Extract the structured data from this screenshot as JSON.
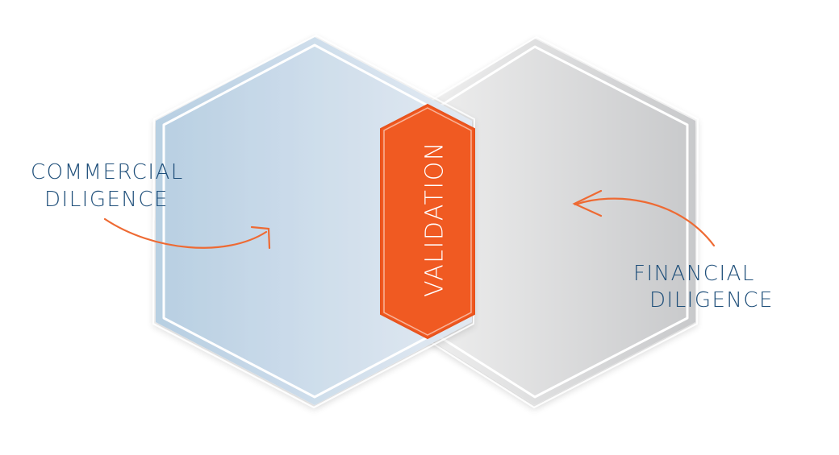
{
  "diagram": {
    "left_label": {
      "line1": "COMMERCIAL",
      "line2": "DILIGENCE"
    },
    "right_label": {
      "line1": "FINANCIAL",
      "line2": "DILIGENCE"
    },
    "center_label": "VALIDATION"
  },
  "colors": {
    "label_text": "#1f4f7a",
    "arrow": "#ee6a33",
    "validation_fill": "#f05a22",
    "validation_text": "#ffffff",
    "left_hex_light": "#dfe8f2",
    "left_hex_dark": "#b4cde2",
    "right_hex_light": "#ebebeb",
    "right_hex_dark": "#c9cacb",
    "outline": "#ffffff"
  }
}
